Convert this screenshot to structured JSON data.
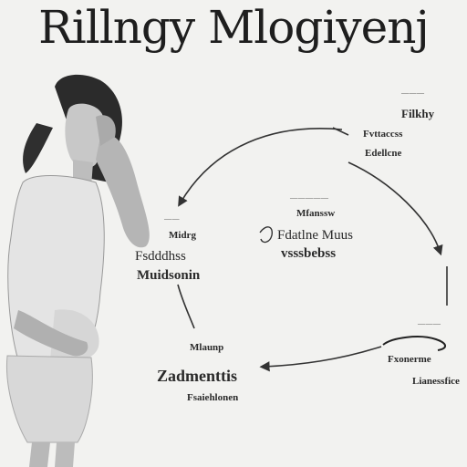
{
  "title": "Rillngy Mlogiyenj",
  "nodes": {
    "top_right": {
      "tiny": "———",
      "l1": "Filkhy",
      "l2": "Fvttaccss",
      "l3": "Edellcne"
    },
    "center": {
      "tiny": "—————",
      "l1": "Mfanssw",
      "l2": "Fdatlne Muus",
      "l3": "vsssbebss"
    },
    "left": {
      "tiny": "——",
      "l1": "Midrg",
      "l2": "Fsdddhss",
      "l3": "Muidsonin"
    },
    "bottom": {
      "l1": "Mlaunp",
      "l2": "Zadmenttis",
      "l3": "Fsaiehlonen"
    },
    "bottom_right": {
      "tiny": "———",
      "l1": "Fxonerme",
      "l2": "Lianessfice"
    }
  }
}
